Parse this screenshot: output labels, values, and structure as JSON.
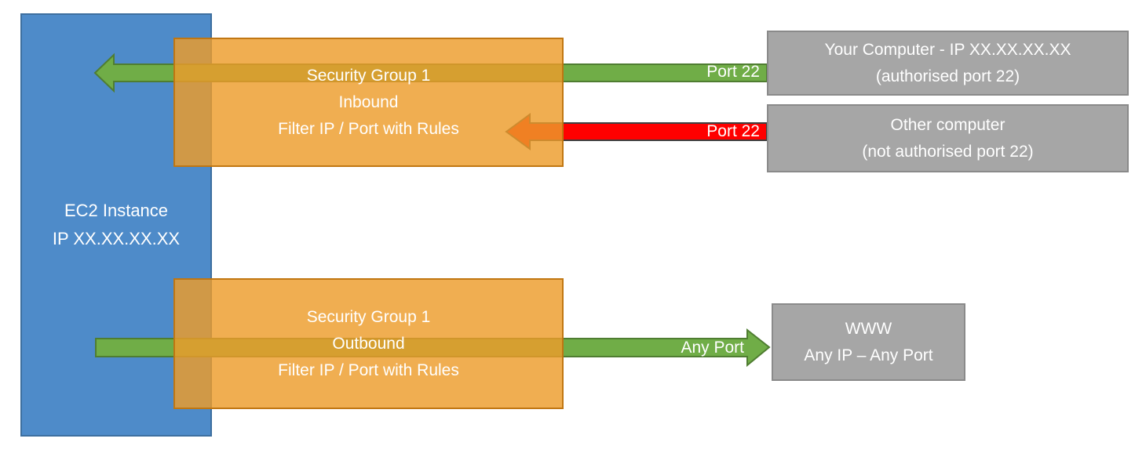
{
  "colors": {
    "blue": "#4e8bc9",
    "blue_border": "#3d6f9f",
    "orange_fill": "rgba(237,156,43,0.82)",
    "orange_border": "rgba(190,116,16,0.95)",
    "green": "#70ad47",
    "green_border": "#4f7d31",
    "red": "#ff0000",
    "red_border": "#404040",
    "gray": "#a6a6a6",
    "gray_border": "#8a8a8a",
    "text": "#ffffff"
  },
  "ec2_instance": {
    "line1": "EC2 Instance",
    "line2": "IP XX.XX.XX.XX"
  },
  "security_group_inbound": {
    "line1": "Security Group 1",
    "line2": "Inbound",
    "line3": "Filter IP / Port with Rules"
  },
  "security_group_outbound": {
    "line1": "Security Group 1",
    "line2": "Outbound",
    "line3": "Filter IP / Port with Rules"
  },
  "your_computer": {
    "line1": "Your Computer - IP XX.XX.XX.XX",
    "line2": "(authorised port 22)"
  },
  "other_computer": {
    "line1": "Other computer",
    "line2": "(not authorised port 22)"
  },
  "www": {
    "line1": "WWW",
    "line2": "Any IP – Any Port"
  },
  "arrow_labels": {
    "inbound_allowed": "Port 22",
    "inbound_blocked": "Port 22",
    "outbound": "Any Port"
  }
}
